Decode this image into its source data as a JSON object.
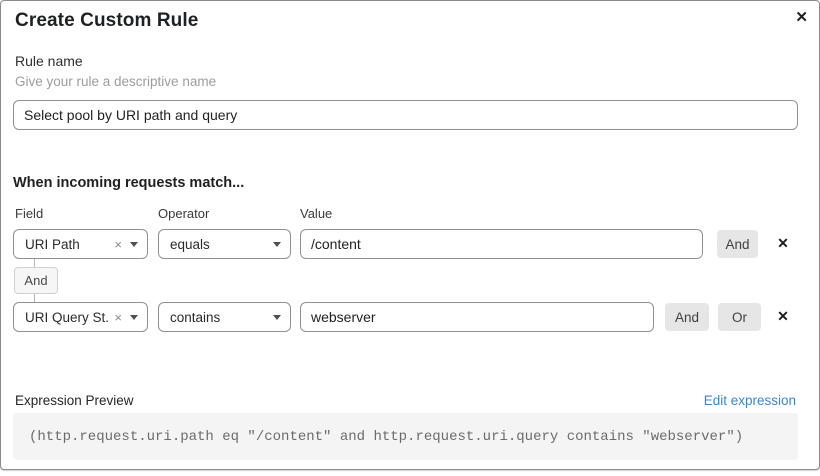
{
  "dialog_title": "Create Custom Rule",
  "icons": {
    "close": "✕",
    "clear": "×",
    "remove": "✕"
  },
  "rule_name": {
    "label": "Rule name",
    "helper": "Give your rule a descriptive name",
    "value": "Select pool by URI path and query"
  },
  "match": {
    "heading": "When incoming requests match...",
    "columns": {
      "field": "Field",
      "operator": "Operator",
      "value": "Value"
    },
    "connector": "And",
    "rows": [
      {
        "field": "URI Path",
        "operator": "equals",
        "value": "/content",
        "and_label": "And"
      },
      {
        "field": "URI Query St...",
        "operator": "contains",
        "value": "webserver",
        "and_label": "And",
        "or_label": "Or"
      }
    ]
  },
  "expression": {
    "label": "Expression Preview",
    "edit_link": "Edit expression",
    "preview": "(http.request.uri.path eq \"/content\" and http.request.uri.query contains \"webserver\")"
  },
  "colors": {
    "link": "#3e86c8",
    "button_bg": "#e6e6e6",
    "preview_bg": "#f4f4f4",
    "dialog_border": "#8b8b8b"
  }
}
